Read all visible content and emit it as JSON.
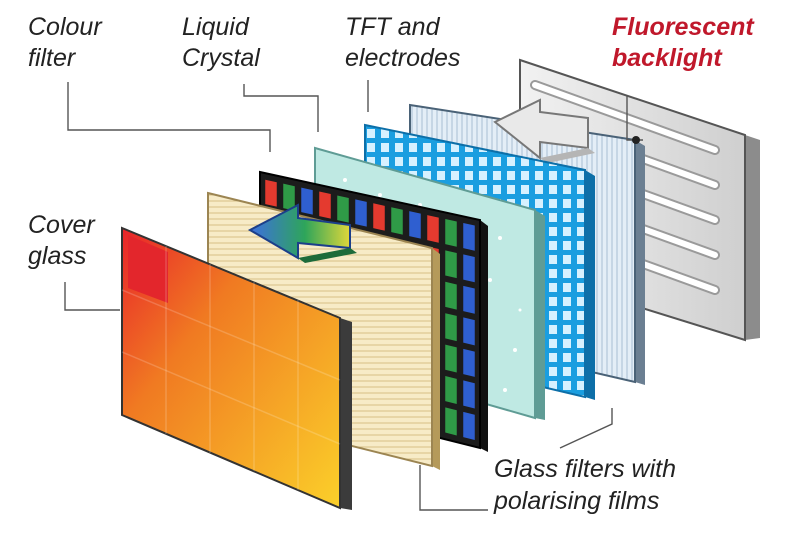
{
  "labels": {
    "colour_filter": [
      "Colour",
      "filter"
    ],
    "liquid_crystal": [
      "Liquid",
      "Crystal"
    ],
    "tft": [
      "TFT and",
      "electrodes"
    ],
    "backlight": [
      "Fluorescent",
      "backlight"
    ],
    "cover_glass": [
      "Cover",
      "glass"
    ],
    "glass_filters": [
      "Glass filters with",
      "polarising films"
    ]
  },
  "colors": {
    "label_text": "#222222",
    "backlight_label": "#c0182b",
    "cover_gradient": [
      "#e8232a",
      "#f07a22",
      "#fbd02a"
    ],
    "liquid_crystal_fill": "#f7ebc7",
    "tft_fill": "#1a9ee0",
    "glass_fill": "#bfe9e3",
    "filter_fill": "#e4eef7",
    "subpixels": [
      "#e43a2f",
      "#2f9a47",
      "#2f5fd0"
    ]
  }
}
